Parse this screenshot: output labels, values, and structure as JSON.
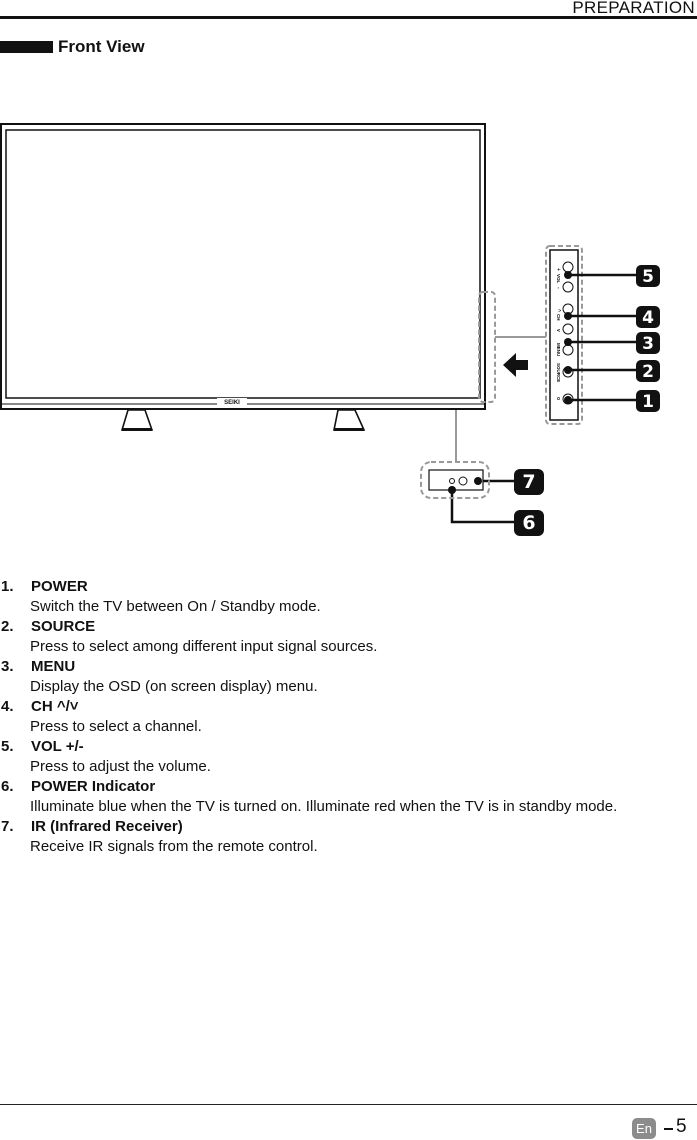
{
  "header": {
    "title": "PREPARATION"
  },
  "section": {
    "title": "Front View"
  },
  "diagram": {
    "brand_label": "SEIKI",
    "side_labels": [
      "VOL",
      "CH",
      "MENU",
      "SOURCE"
    ],
    "callouts": [
      "1",
      "2",
      "3",
      "4",
      "5",
      "6",
      "7"
    ]
  },
  "items": [
    {
      "num": "1.",
      "title": "POWER",
      "desc": "Switch the TV between On / Standby mode."
    },
    {
      "num": "2.",
      "title": "SOURCE",
      "desc": "Press to select among different input signal sources."
    },
    {
      "num": "3.",
      "title": "MENU",
      "desc": "Display the OSD (on screen display) menu."
    },
    {
      "num": "4.",
      "title": "CH  ^/˅",
      "desc": "Press to select a channel."
    },
    {
      "num": "5.",
      "title": "VOL +/-",
      "desc": "Press to adjust the volume."
    },
    {
      "num": "6.",
      "title": "POWER Indicator",
      "desc": "Illuminate blue when the TV is turned on. Illuminate red when the TV is in standby mode."
    },
    {
      "num": "7.",
      "title": "IR (Infrared Receiver)",
      "desc": "Receive IR signals from the remote control."
    }
  ],
  "footer": {
    "lang": "En",
    "page": "5"
  }
}
